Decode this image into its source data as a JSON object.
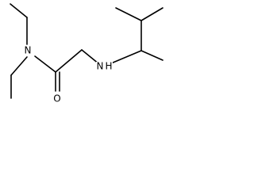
{
  "diagram": {
    "type": "skeletal-structure",
    "atoms": {
      "amide_nitrogen": "N",
      "carbonyl_oxygen": "O",
      "amine_nitrogen": "N",
      "amine_hydrogen": "H"
    },
    "colors": {
      "bond": "#000000",
      "label": "#000000",
      "background": "#ffffff"
    }
  }
}
